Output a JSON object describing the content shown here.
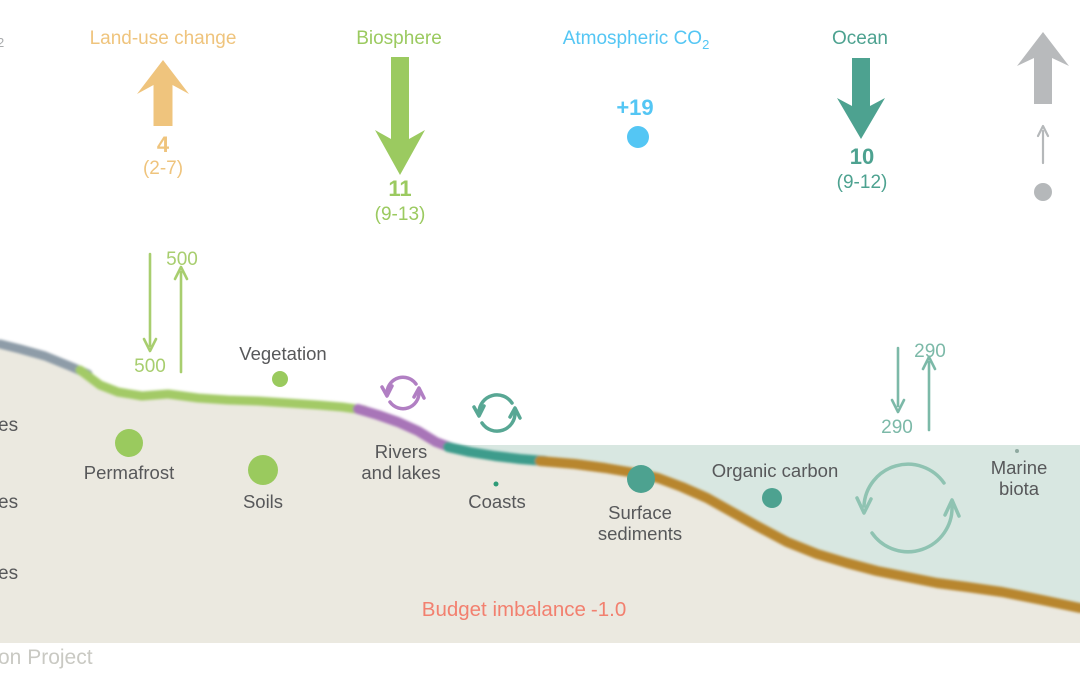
{
  "top_fluxes": {
    "land_use": {
      "label": "Land-use change",
      "value": "4",
      "range": "(2-7)",
      "color": "#EFC47D"
    },
    "biosphere": {
      "label": "Biosphere",
      "value": "11",
      "range": "(9-13)",
      "color": "#9BCA60"
    },
    "atmosphere": {
      "label": "Atmospheric CO",
      "subscript": "2",
      "value": "+19",
      "color": "#54C6F4"
    },
    "ocean": {
      "label": "Ocean",
      "value": "10",
      "range": "(9-12)",
      "color": "#4DA290"
    },
    "fossil_gray_arrow": {
      "color": "#B8BABC"
    }
  },
  "exchange_fluxes": {
    "land_atmosphere": {
      "down": "500",
      "up": "500",
      "color": "#A8CE6F"
    },
    "ocean_atmosphere": {
      "down": "290",
      "up": "290",
      "color": "#7CB9A8"
    }
  },
  "reservoirs": {
    "vegetation": {
      "label": "Vegetation"
    },
    "permafrost": {
      "label": "Permafrost"
    },
    "soils": {
      "label": "Soils"
    },
    "rivers": {
      "line1": "Rivers",
      "line2": "and lakes"
    },
    "coasts": {
      "label": "Coasts"
    },
    "surface_sediments": {
      "line1": "Surface",
      "line2": "sediments"
    },
    "organic_carbon": {
      "label": "Organic carbon"
    },
    "marine_biota": {
      "line1": "Marine",
      "line2": "biota"
    }
  },
  "budget": {
    "label": "Budget imbalance",
    "value": "-1.0",
    "color": "#F2806F"
  },
  "watermark": {
    "text": "on Project"
  },
  "cropped_fragments": {
    "top_left": "2",
    "left_1": "es",
    "left_2": "es",
    "left_3": "es"
  },
  "colors": {
    "land_fill": "#EBE9E0",
    "water_fill": "#D8E7E1",
    "surface_green": "#A3CA66",
    "rivers_purple": "#A874B8",
    "coast_teal": "#3E9C8C",
    "sediment_brown": "#B8862E",
    "mountain_gray": "#8E9CA8",
    "cycle_purple": "#B17FC3",
    "cycle_teal_small": "#58A794",
    "cycle_teal_large": "#8FC3B2",
    "text_gray": "#57585A",
    "budget_salmon": "#F2806F",
    "watermark_gray": "#C9C9C3"
  }
}
